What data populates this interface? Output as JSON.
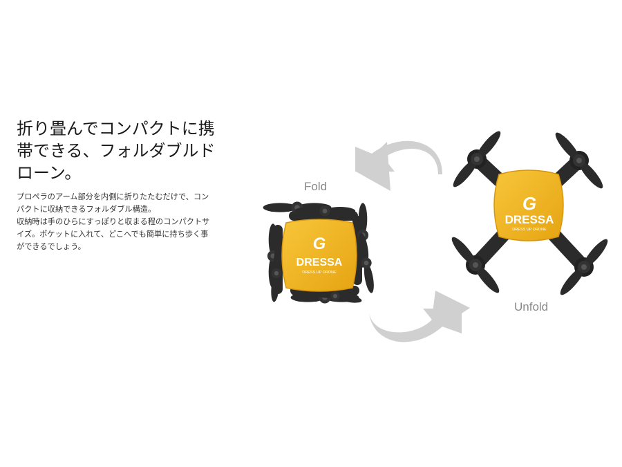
{
  "heading": {
    "lines": [
      "折り畳んでコンパクトに携",
      "帯できる、フォルダブルド",
      "ローン。"
    ]
  },
  "description": {
    "lines": [
      "プロペラのアーム部分を内側に折りたたむだけで、コン",
      "パクトに収納できるフォルダブル構造。",
      "収納時は手のひらにすっぽりと収まる程のコンパクトサ",
      "イズ。ポケットに入れて、どこへでも簡単に持ち歩く事",
      "ができるでしょう。"
    ]
  },
  "labels": {
    "fold": "Fold",
    "unfold": "Unfold"
  },
  "drone": {
    "brand": "DRESSA",
    "tagline": "DRESS UP DRONE",
    "logo_mark": "G"
  },
  "colors": {
    "body": "#f2b61f",
    "arms": "#2b2b2b",
    "arrow": "#d0d0d0",
    "label": "#888888"
  },
  "icons": {
    "arrow_top": "curved-arrow-left-icon",
    "arrow_bottom": "curved-arrow-right-icon"
  }
}
